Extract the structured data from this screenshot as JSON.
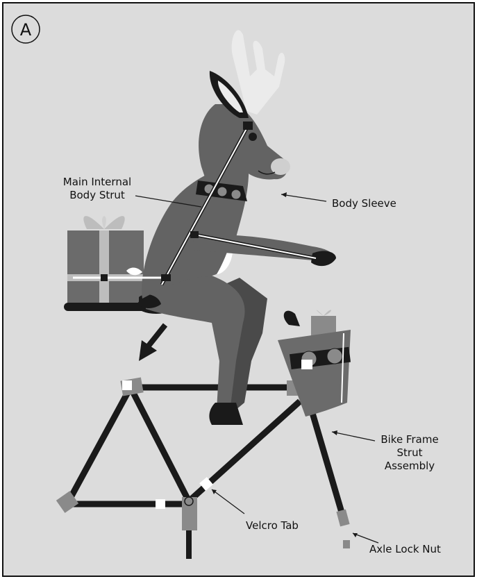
{
  "panel": {
    "letter": "A"
  },
  "labels": {
    "main_strut_line1": "Main Internal",
    "main_strut_line2": "Body Strut",
    "body_sleeve": "Body Sleeve",
    "bike_frame_line1": "Bike Frame",
    "bike_frame_line2": "Strut",
    "bike_frame_line3": "Assembly",
    "velcro_tab": "Velcro Tab",
    "axle_lock_nut": "Axle Lock Nut"
  },
  "colors": {
    "background": "#dcdcdc",
    "border": "#111111",
    "reindeer_body": "#636363",
    "reindeer_dark": "#4a4a4a",
    "antler": "#ebebeb",
    "strut": "#1a1a1a",
    "connector": "#8a8a8a",
    "velcro": "#ffffff",
    "gift_box": "#6b6b6b"
  }
}
